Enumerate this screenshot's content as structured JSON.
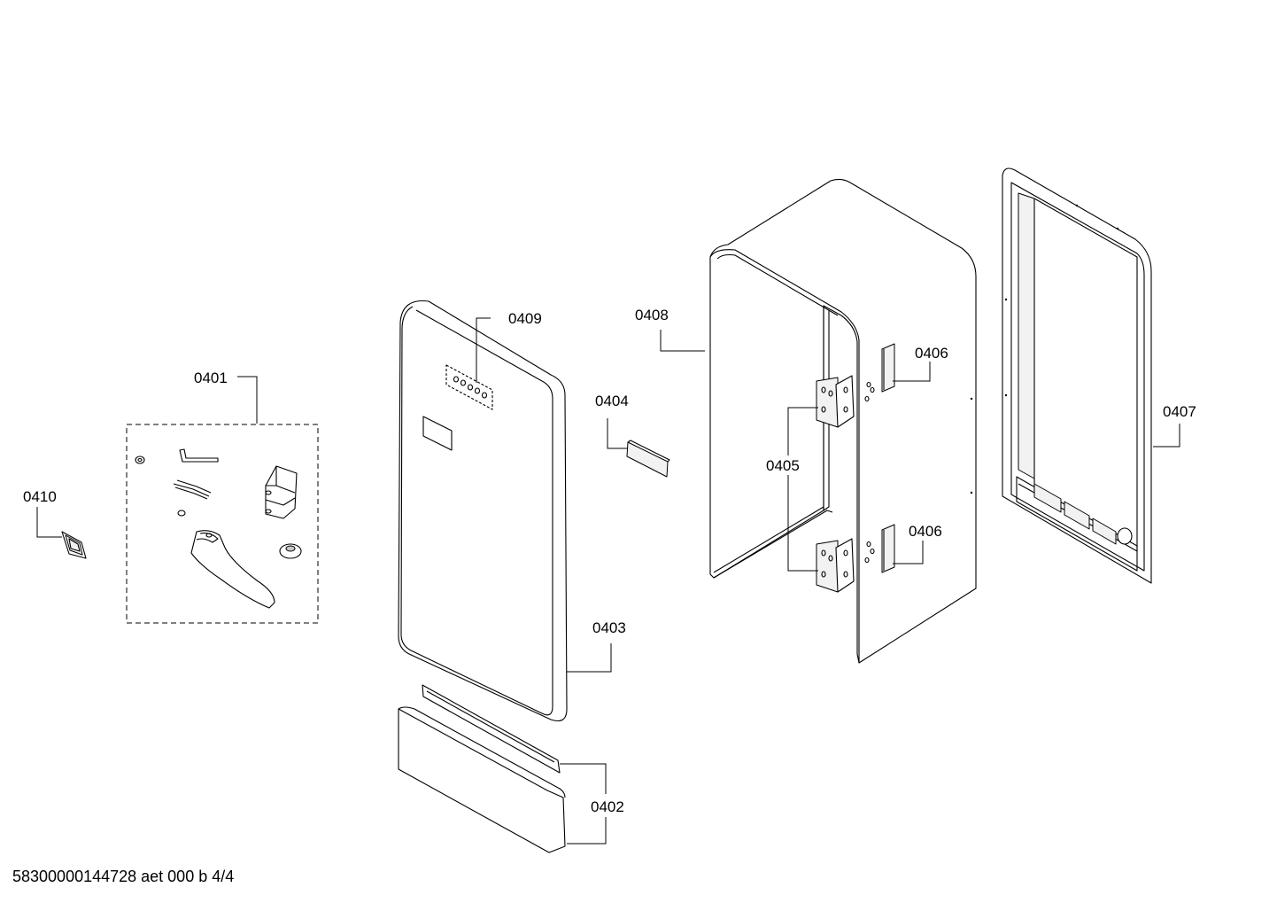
{
  "labels": {
    "p0401": "0401",
    "p0402": "0402",
    "p0403": "0403",
    "p0404": "0404",
    "p0405": "0405",
    "p0406a": "0406",
    "p0406b": "0406",
    "p0407": "0407",
    "p0408": "0408",
    "p0409": "0409",
    "p0410": "0410"
  },
  "footer": "58300000144728 aet 000 b 4/4"
}
